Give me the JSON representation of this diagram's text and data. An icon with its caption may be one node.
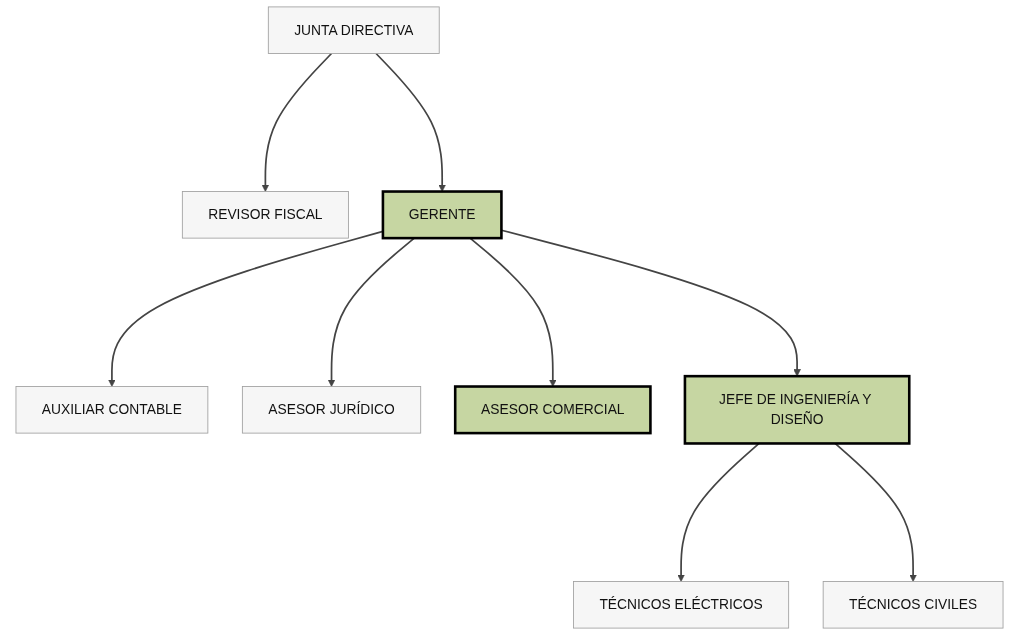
{
  "diagram": {
    "nodes": [
      {
        "text": [
          "JUNTA DIRECTIVA"
        ]
      },
      {
        "text": [
          "REVISOR FISCAL"
        ]
      },
      {
        "text": [
          "GERENTE"
        ]
      },
      {
        "text": [
          "AUXILIAR CONTABLE"
        ]
      },
      {
        "text": [
          "ASESOR JURÍDICO"
        ]
      },
      {
        "text": [
          "ASESOR COMERCIAL"
        ]
      },
      {
        "text": [
          "JEFE DE INGENIERÍA Y DISEÑO"
        ]
      },
      {
        "text": [
          "TÉCNICOS ELÉCTRICOS"
        ]
      },
      {
        "text": [
          "TÉCNICOS CIVILES"
        ]
      }
    ],
    "edges": [
      {
        "from": 0,
        "to": 1,
        "arrow": "to"
      },
      {
        "from": 0,
        "to": 2,
        "arrow": "to"
      },
      {
        "from": 2,
        "to": 3,
        "arrow": "to"
      },
      {
        "from": 2,
        "to": 4,
        "arrow": "to"
      },
      {
        "from": 2,
        "to": 5,
        "arrow": "to"
      },
      {
        "from": 2,
        "to": 6,
        "arrow": "to"
      },
      {
        "from": 6,
        "to": 7,
        "arrow": "to"
      },
      {
        "from": 6,
        "to": 8,
        "arrow": "to"
      }
    ]
  }
}
